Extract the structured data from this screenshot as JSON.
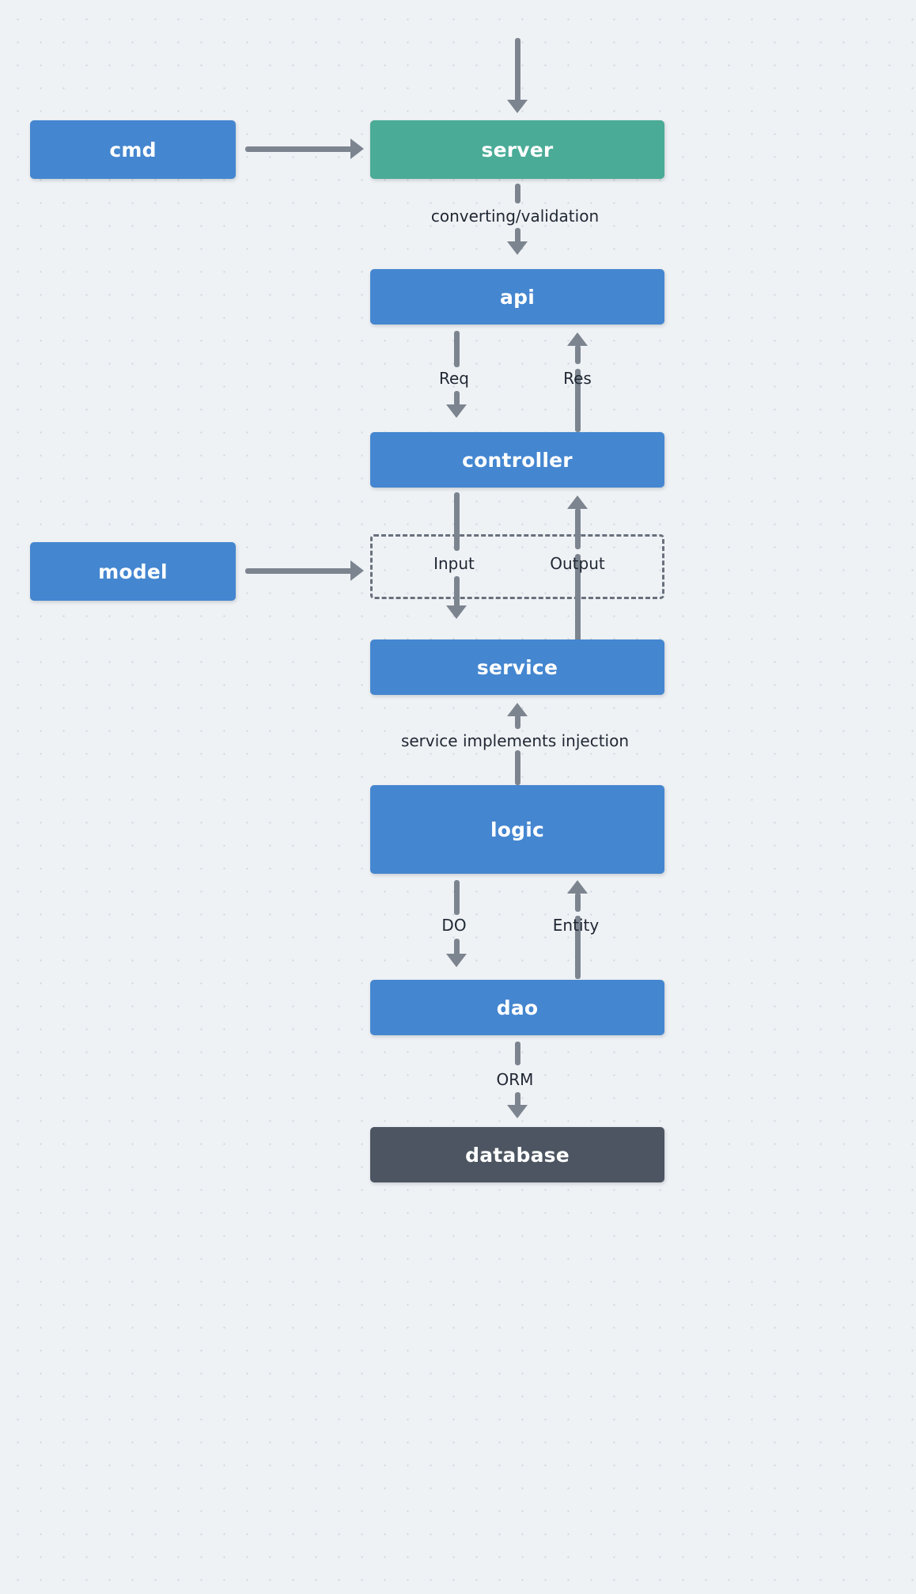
{
  "diagram": {
    "title": "layered application architecture flow",
    "background_color": "#eff2f5",
    "colors": {
      "node_blue": "#4486d0",
      "node_green": "#4aab96",
      "node_dark": "#4c5561",
      "connector": "#7c858f",
      "label_text": "#1f2733",
      "group_border": "#68707c"
    },
    "nodes": [
      {
        "id": "cmd",
        "label": "cmd",
        "color": "#4486d0"
      },
      {
        "id": "server",
        "label": "server",
        "color": "#4aab96"
      },
      {
        "id": "api",
        "label": "api",
        "color": "#4486d0"
      },
      {
        "id": "controller",
        "label": "controller",
        "color": "#4486d0"
      },
      {
        "id": "model",
        "label": "model",
        "color": "#4486d0"
      },
      {
        "id": "service",
        "label": "service",
        "color": "#4486d0"
      },
      {
        "id": "logic",
        "label": "logic",
        "color": "#4486d0"
      },
      {
        "id": "dao",
        "label": "dao",
        "color": "#4486d0"
      },
      {
        "id": "database",
        "label": "database",
        "color": "#4c5561"
      }
    ],
    "edges": [
      {
        "id": "entry-server",
        "from": "",
        "to": "server",
        "label": ""
      },
      {
        "id": "cmd-server",
        "from": "cmd",
        "to": "server",
        "label": ""
      },
      {
        "id": "server-api",
        "from": "server",
        "to": "api",
        "label": "converting/validation"
      },
      {
        "id": "api-controller",
        "from": "api",
        "to": "controller",
        "label": "Req"
      },
      {
        "id": "controller-api",
        "from": "controller",
        "to": "api",
        "label": "Res"
      },
      {
        "id": "controller-service",
        "from": "controller",
        "to": "service",
        "label": "Input"
      },
      {
        "id": "service-controller",
        "from": "service",
        "to": "controller",
        "label": "Output"
      },
      {
        "id": "model-group",
        "from": "model",
        "to": "io-group",
        "label": ""
      },
      {
        "id": "logic-service",
        "from": "logic",
        "to": "service",
        "label": "service implements injection"
      },
      {
        "id": "logic-dao",
        "from": "logic",
        "to": "dao",
        "label": "DO"
      },
      {
        "id": "dao-logic",
        "from": "dao",
        "to": "logic",
        "label": "Entity"
      },
      {
        "id": "dao-database",
        "from": "dao",
        "to": "database",
        "label": "ORM"
      }
    ],
    "groups": [
      {
        "id": "io-group",
        "label": "",
        "style": "dashed"
      }
    ]
  }
}
